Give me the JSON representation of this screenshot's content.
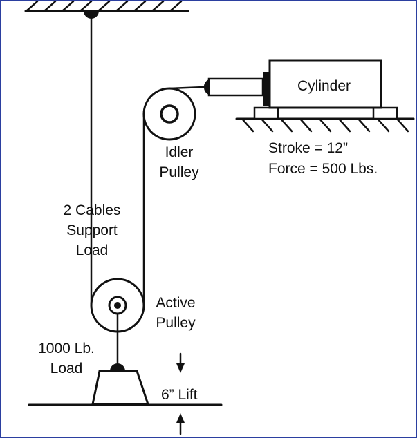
{
  "labels": {
    "cylinder": "Cylinder",
    "idler_line1": "Idler",
    "idler_line2": "Pulley",
    "stroke": "Stroke = 12”",
    "force": "Force = 500 Lbs.",
    "cables_line1": "2 Cables",
    "cables_line2": "Support",
    "cables_line3": "Load",
    "active_line1": "Active",
    "active_line2": "Pulley",
    "load_line1": "1000 Lb.",
    "load_line2": "Load",
    "lift": "6” Lift"
  }
}
